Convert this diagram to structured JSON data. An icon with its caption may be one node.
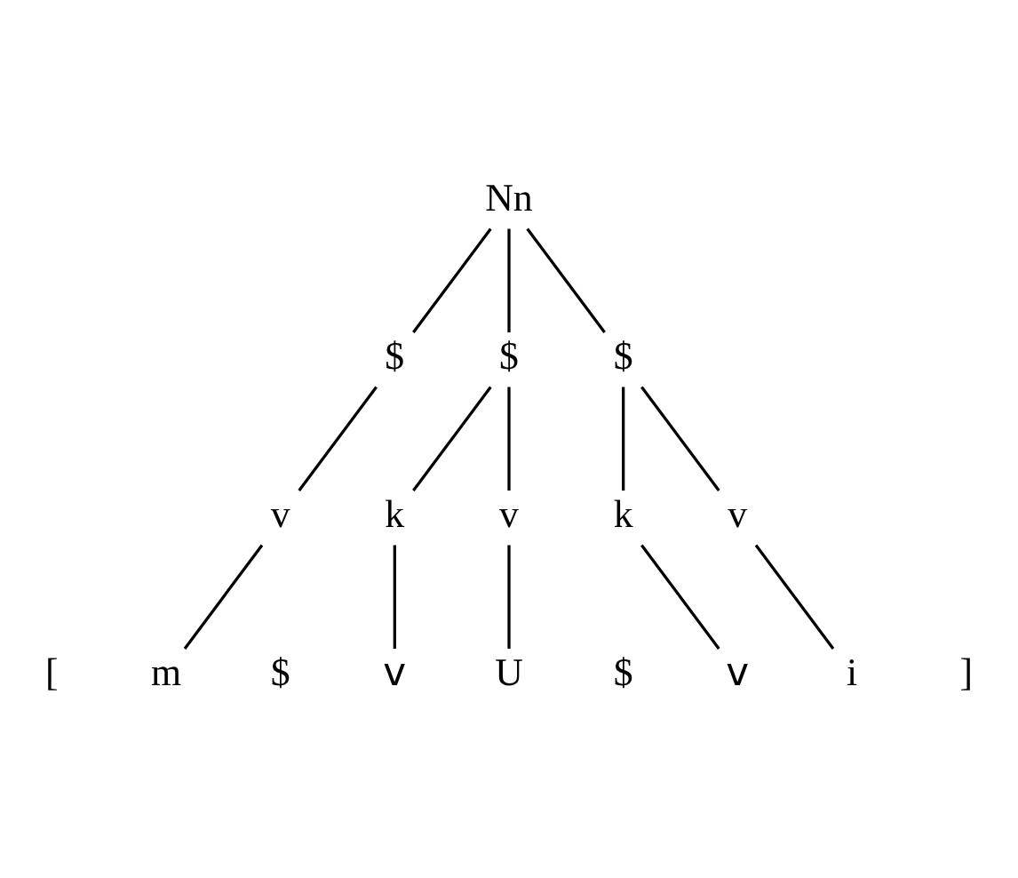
{
  "diagram": {
    "nodes": [
      {
        "text": [
          "Nn"
        ]
      },
      {
        "text": [
          "$"
        ]
      },
      {
        "text": [
          "$"
        ]
      },
      {
        "text": [
          "$"
        ]
      },
      {
        "text": [
          "v"
        ]
      },
      {
        "text": [
          "k"
        ]
      },
      {
        "text": [
          "v"
        ]
      },
      {
        "text": [
          "k"
        ]
      },
      {
        "text": [
          "v"
        ]
      },
      {
        "text": [
          "m"
        ]
      },
      {
        "text": [
          "v"
        ]
      },
      {
        "text": [
          "U"
        ]
      },
      {
        "text": [
          "v"
        ]
      },
      {
        "text": [
          "i"
        ]
      }
    ],
    "edges": [
      {
        "from": 0,
        "to": 1,
        "arrow": "none"
      },
      {
        "from": 0,
        "to": 2,
        "arrow": "none"
      },
      {
        "from": 0,
        "to": 3,
        "arrow": "none"
      },
      {
        "from": 1,
        "to": 4,
        "arrow": "none"
      },
      {
        "from": 2,
        "to": 5,
        "arrow": "none"
      },
      {
        "from": 2,
        "to": 6,
        "arrow": "none"
      },
      {
        "from": 3,
        "to": 7,
        "arrow": "none"
      },
      {
        "from": 3,
        "to": 8,
        "arrow": "none"
      },
      {
        "from": 4,
        "to": 9,
        "arrow": "none"
      },
      {
        "from": 5,
        "to": 10,
        "arrow": "none"
      },
      {
        "from": 6,
        "to": 11,
        "arrow": "none"
      },
      {
        "from": 7,
        "to": 12,
        "arrow": "none"
      },
      {
        "from": 8,
        "to": 13,
        "arrow": "none"
      }
    ],
    "labels": [
      "[",
      "$",
      "$",
      "]"
    ]
  }
}
